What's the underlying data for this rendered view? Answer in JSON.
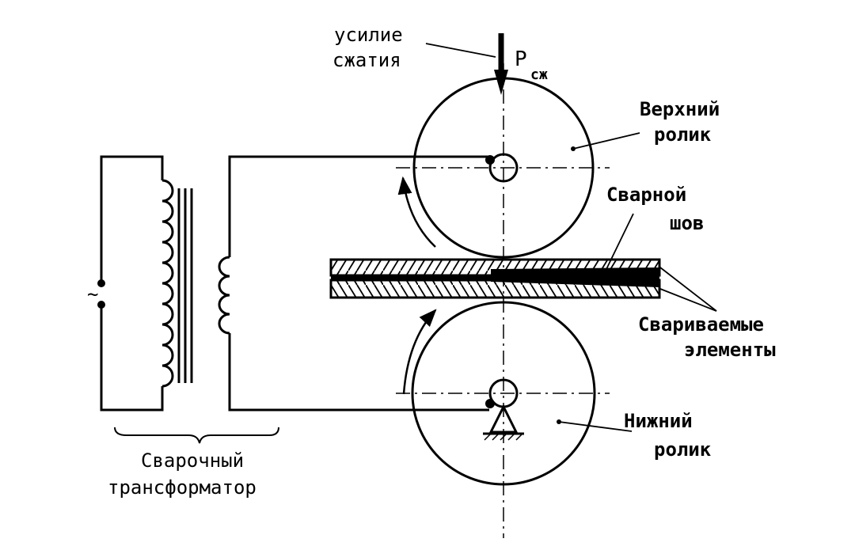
{
  "diagram": {
    "labels": {
      "force": [
        "усилие",
        "сжатия"
      ],
      "force_symbol": "Р",
      "force_subscript": "сж",
      "upper_roller": [
        "Верхний",
        "ролик"
      ],
      "seam": [
        "Сварной",
        "шов"
      ],
      "elements": [
        "Свариваемые",
        "элементы"
      ],
      "lower_roller": [
        "Нижний",
        "ролик"
      ],
      "transformer": [
        "Сварочный",
        "трансформатор"
      ],
      "ac_symbol": "~"
    },
    "colors": {
      "ink": "#000000",
      "background": "#ffffff"
    }
  }
}
